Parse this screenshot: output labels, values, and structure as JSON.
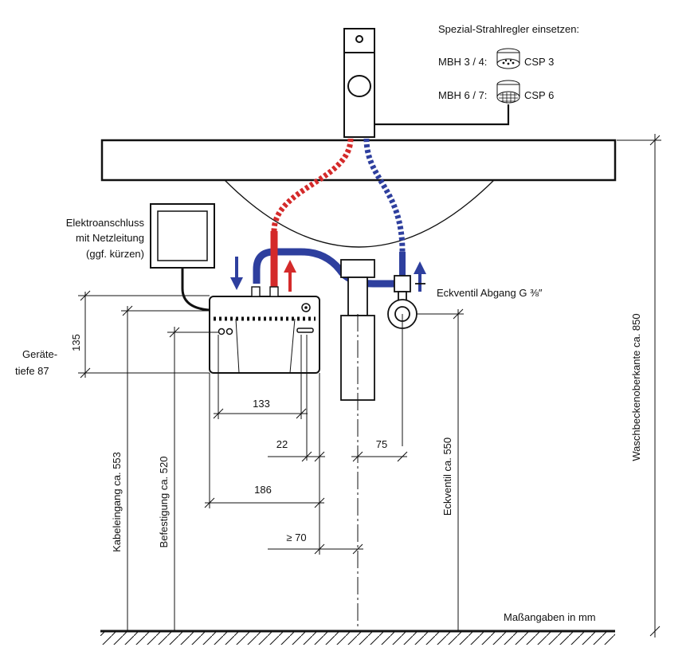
{
  "header": {
    "title": "Spezial-Strahlregler einsetzen:",
    "rows": [
      {
        "model": "MBH 3 / 4:",
        "regulator": "CSP 3"
      },
      {
        "model": "MBH 6 / 7:",
        "regulator": "CSP 6"
      }
    ]
  },
  "labels": {
    "power_line1": "Elektroanschluss",
    "power_line2": "mit Netzleitung",
    "power_line3": "(ggf. kürzen)",
    "depth_line1": "Geräte-",
    "depth_line2": "tiefe 87",
    "angle_valve": "Eckventil Abgang G ⅜″",
    "units_note": "Maßangaben in mm"
  },
  "dimensions": {
    "height_135": "135",
    "width_133": "133",
    "offset_22": "22",
    "offset_75": "75",
    "width_186": "186",
    "clearance_70": "≥ 70",
    "cable_entry": "Kabeleingang ca. 553",
    "fixing": "Befestigung ca. 520",
    "angle_valve_height": "Eckventil ca. 550",
    "basin_rim": "Waschbeckenoberkante ca. 850"
  },
  "colors": {
    "hot": "#d42a2a",
    "cold": "#2e3f9e",
    "line": "#111111"
  },
  "icons": {
    "aerator": "aerator-icon",
    "faucet": "faucet-icon",
    "arrow_up": "arrow-up-icon",
    "arrow_down": "arrow-down-icon"
  }
}
